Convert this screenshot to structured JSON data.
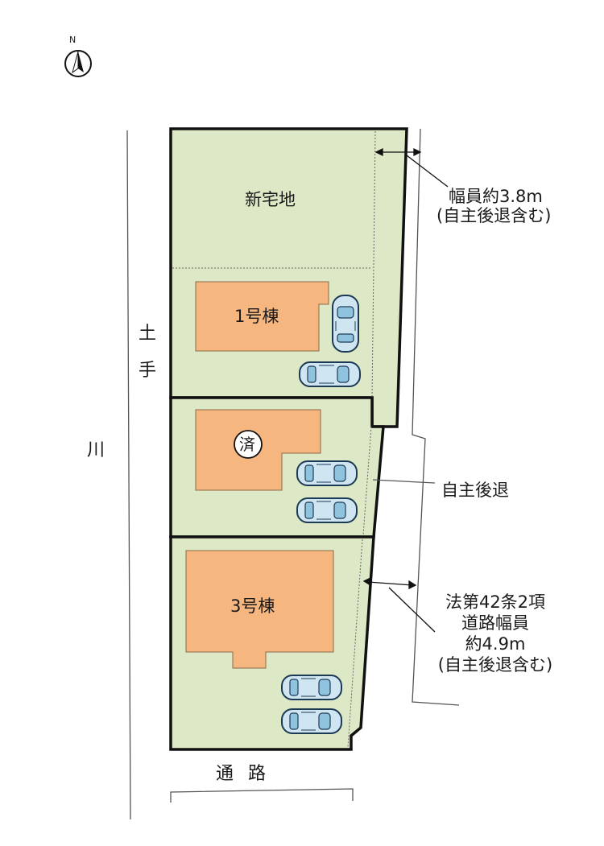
{
  "compass": {
    "north_label": "N",
    "icon": "north-arrow-icon"
  },
  "river_bank": {
    "label_chars": [
      "土",
      "手"
    ],
    "river_label": "川"
  },
  "lots": {
    "new_lot": {
      "label": "新宅地"
    },
    "building_1": {
      "label": "1号棟"
    },
    "building_2": {
      "badge": "済"
    },
    "building_3": {
      "label": "3号棟"
    }
  },
  "annotations": {
    "north_road_width": [
      "幅員約3.8m",
      "(自主後退含む)"
    ],
    "setback": "自主後退",
    "east_road": [
      "法第42条2項",
      "道路幅員",
      "約4.9m",
      "(自主後退含む)"
    ]
  },
  "bottom_road": {
    "label_chars": [
      "通",
      "路"
    ]
  },
  "colors": {
    "lot_fill": "#dde9c6",
    "building_fill": "#f5b67f",
    "boundary": "#111111",
    "car_fill": "#cfe6f2",
    "car_outline": "#1d3a55"
  }
}
